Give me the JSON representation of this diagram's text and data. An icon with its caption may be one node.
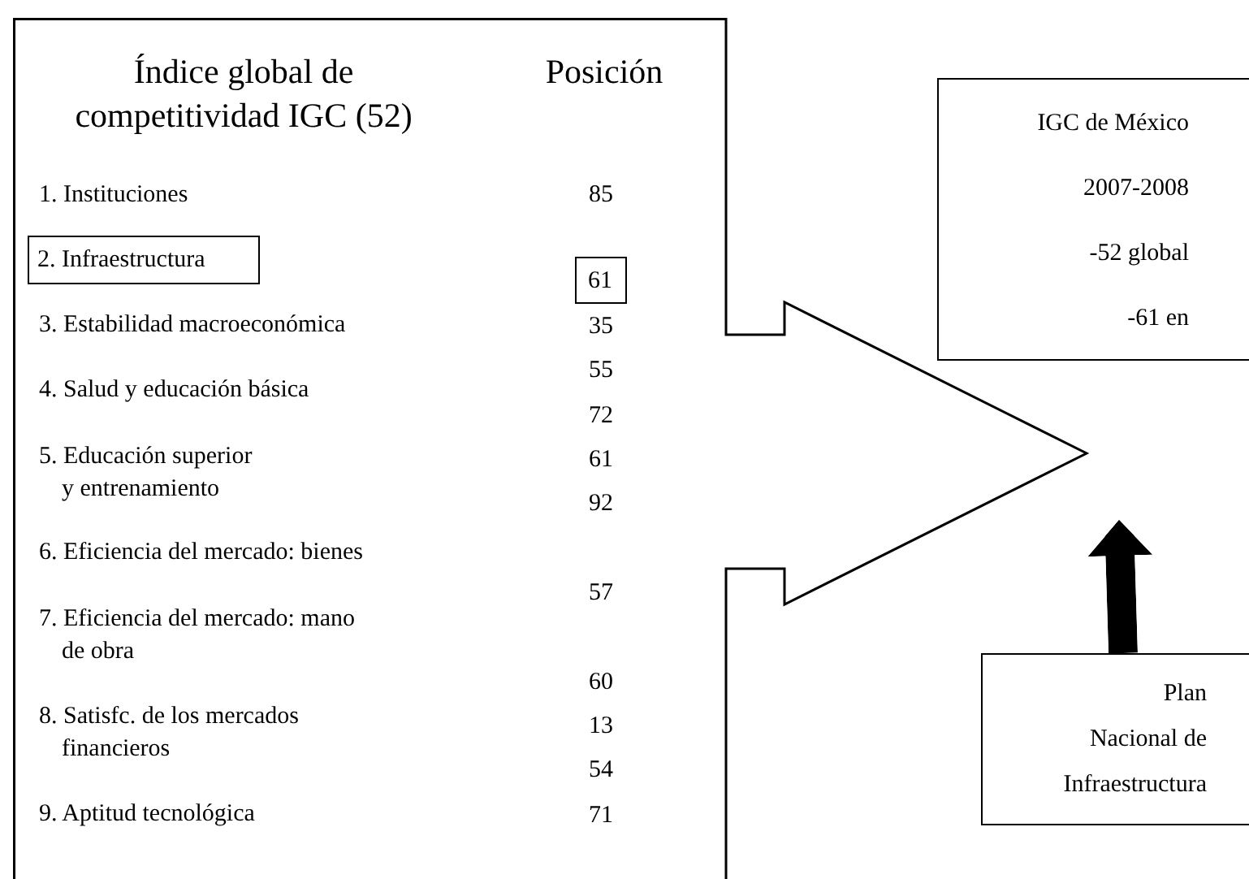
{
  "diagram": {
    "nodes": [
      {
        "text": [
          "Índice global de competitividad IGC (52)",
          "Posición"
        ]
      },
      {
        "text": [
          "2. Infraestructura"
        ],
        "in": 0
      },
      {
        "text": [
          "61"
        ],
        "in": 0
      },
      {
        "text": [
          "IGC de México",
          "2007-2008",
          "-52 global",
          "-61 en"
        ]
      },
      {
        "text": [
          "Plan Nacional de Infraestructura"
        ]
      }
    ],
    "edges": [
      {
        "from": 4,
        "to": 0,
        "arrow": "to"
      }
    ],
    "labels": [
      "1. Instituciones",
      "85",
      "3. Estabilidad macroeconómica",
      "35",
      "55",
      "4. Salud y educación básica",
      "72",
      "5. Educación superior y entrenamiento",
      "61",
      "92",
      "6. Eficiencia del mercado: bienes",
      "57",
      "7. Eficiencia del mercado: mano de obra",
      "60",
      "8. Satisfc. de los mercados financieros",
      "13",
      "54",
      "9. Aptitud tecnológica",
      "71"
    ]
  }
}
